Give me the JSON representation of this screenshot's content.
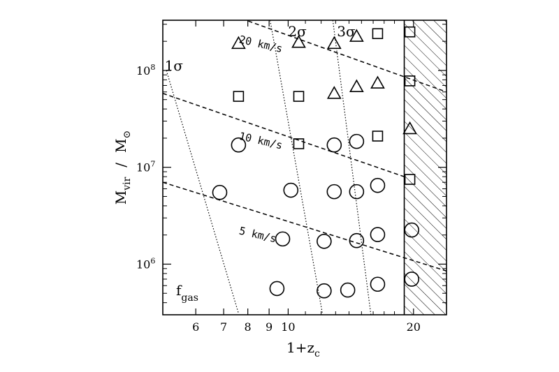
{
  "chart_data": {
    "type": "scatter",
    "xscale": "log",
    "yscale": "log",
    "xlim": [
      5,
      24
    ],
    "ylim": [
      300000,
      330000000
    ],
    "xlabel": {
      "main": "1+z",
      "sub": "c"
    },
    "ylabel": {
      "main": "M",
      "sub": "vir",
      "sep": "/",
      "unit": "M",
      "unit_symbol": "⊙"
    },
    "x_tick_labels": [
      {
        "value": 6,
        "label": "6"
      },
      {
        "value": 7,
        "label": "7"
      },
      {
        "value": 8,
        "label": "8"
      },
      {
        "value": 9,
        "label": "9"
      },
      {
        "value": 10,
        "label": "10"
      },
      {
        "value": 20,
        "label": "20"
      }
    ],
    "x_minor_ticks": [
      11,
      12,
      13,
      14,
      15,
      16,
      17,
      18,
      19
    ],
    "y_tick_labels": [
      {
        "value": 1000000,
        "base": "10",
        "exp": "6"
      },
      {
        "value": 10000000,
        "base": "10",
        "exp": "7"
      },
      {
        "value": 100000000,
        "base": "10",
        "exp": "8"
      }
    ],
    "y_minor_ticks": [
      400000,
      500000,
      600000,
      700000,
      800000,
      900000,
      2000000,
      3000000,
      4000000,
      5000000,
      6000000,
      7000000,
      8000000,
      9000000,
      20000000,
      30000000,
      40000000,
      50000000,
      60000000,
      70000000,
      80000000,
      90000000,
      200000000,
      300000000
    ],
    "shaded_region": {
      "x_from": 19,
      "x_to": 24,
      "pattern": "hatched"
    },
    "velocity_lines": [
      {
        "label": "20 km/s",
        "points": [
          [
            5,
            670000000
          ],
          [
            24,
            60000000
          ]
        ],
        "label_at": [
          7.6,
          194000000
        ],
        "label_rotate": 13
      },
      {
        "label": "10 km/s",
        "points": [
          [
            5,
            58000000
          ],
          [
            19,
            8000000
          ]
        ],
        "label_at": [
          7.6,
          19500000
        ],
        "label_rotate": 13
      },
      {
        "label": "5 km/s",
        "points": [
          [
            5,
            7000000
          ],
          [
            24,
            850000
          ]
        ],
        "label_at": [
          7.6,
          2050000
        ],
        "label_rotate": 13
      }
    ],
    "sigma_lines": [
      {
        "label": "1",
        "points": [
          [
            5.1,
            100000000
          ],
          [
            7.6,
            310000
          ]
        ],
        "label_at": [
          5.05,
          100000000
        ]
      },
      {
        "label": "2",
        "points": [
          [
            9.05,
            330000000
          ],
          [
            12.1,
            300000
          ]
        ],
        "label_at": [
          10.0,
          225000000
        ]
      },
      {
        "label": "3",
        "points": [
          [
            12.8,
            330000000
          ],
          [
            15.8,
            300000
          ]
        ],
        "label_at": [
          13.1,
          225000000
        ]
      }
    ],
    "sigma_symbol": "σ",
    "series": [
      {
        "marker": "circle",
        "points": [
          [
            6.85,
            5500000
          ],
          [
            7.6,
            17000000
          ],
          [
            9.4,
            560000
          ],
          [
            10.15,
            5800000
          ],
          [
            9.7,
            1820000
          ],
          [
            12.2,
            1720000
          ],
          [
            12.2,
            530000
          ],
          [
            12.9,
            5600000
          ],
          [
            12.9,
            17000000
          ],
          [
            13.9,
            540000
          ],
          [
            14.6,
            5600000
          ],
          [
            14.6,
            1750000
          ],
          [
            14.6,
            18500000
          ],
          [
            16.4,
            6500000
          ],
          [
            16.4,
            2020000
          ],
          [
            16.4,
            620000
          ],
          [
            19.8,
            2250000
          ],
          [
            19.8,
            700000
          ]
        ]
      },
      {
        "marker": "square",
        "points": [
          [
            7.6,
            54000000
          ],
          [
            10.6,
            54000000
          ],
          [
            10.6,
            17500000
          ],
          [
            16.4,
            21000000
          ],
          [
            16.4,
            240000000
          ],
          [
            19.6,
            250000000
          ],
          [
            19.6,
            78000000
          ],
          [
            19.6,
            7500000
          ]
        ]
      },
      {
        "marker": "triangle",
        "points": [
          [
            7.6,
            190000000
          ],
          [
            10.6,
            195000000
          ],
          [
            12.9,
            190000000
          ],
          [
            12.9,
            58000000
          ],
          [
            14.6,
            225000000
          ],
          [
            14.6,
            68000000
          ],
          [
            16.4,
            74000000
          ],
          [
            19.6,
            25000000
          ]
        ]
      }
    ],
    "corner_label": {
      "main": "f",
      "sub": "gas"
    }
  }
}
